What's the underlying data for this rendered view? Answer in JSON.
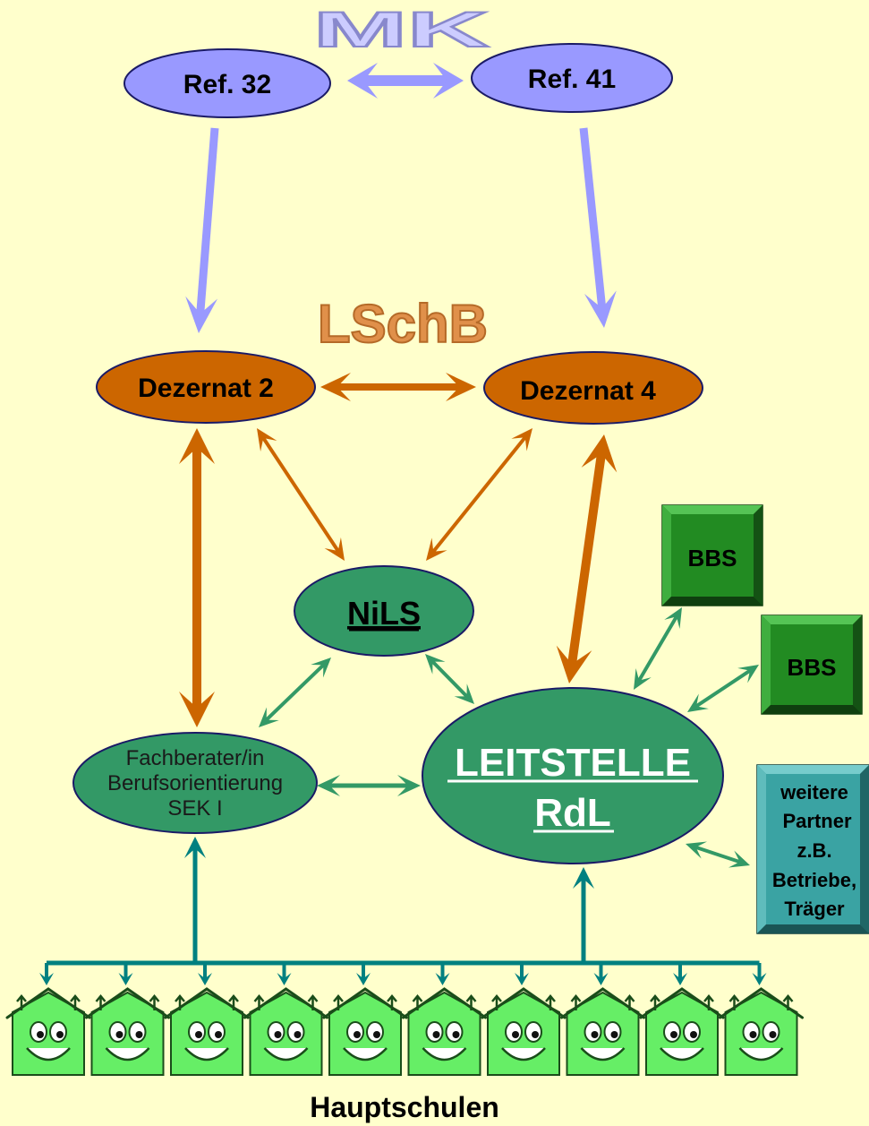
{
  "headings": {
    "mk": "MK",
    "lschb": "LSchB",
    "bottom": "Hauptschulen"
  },
  "nodes": {
    "ref32": "Ref. 32",
    "ref41": "Ref. 41",
    "dez2": "Dezernat 2",
    "dez4": "Dezernat 4",
    "nils": "NiLS",
    "leitstelle": [
      "LEITSTELLE",
      "RdL"
    ],
    "fachberater": [
      "Fachberater/in",
      "Berufsorientierung",
      "SEK I"
    ],
    "bbs1": "BBS",
    "bbs2": "BBS",
    "partner": [
      "weitere",
      "Partner",
      "z.B.",
      "Betriebe,",
      "Träger"
    ]
  },
  "schools_count": 10,
  "colors": {
    "background": "#ffffcc",
    "lavender": "#9999ff",
    "lavender_fill": "#9999ff",
    "orange": "#cc6600",
    "dark_green": "#339966",
    "bbs_green": "#228b22",
    "teal": "#339999",
    "arrow_teal": "#008080",
    "house_green": "#66ee66"
  }
}
